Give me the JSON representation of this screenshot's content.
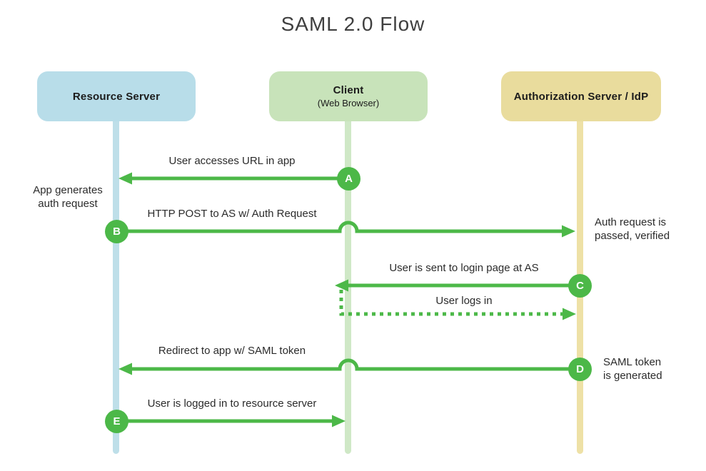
{
  "title": "SAML 2.0 Flow",
  "lanes": {
    "resource_server": {
      "title": "Resource Server"
    },
    "client": {
      "title": "Client",
      "subtitle": "(Web Browser)"
    },
    "authorization_server": {
      "title": "Authorization Server / IdP"
    }
  },
  "steps": {
    "a": {
      "letter": "A",
      "label": "User accesses URL in app"
    },
    "b": {
      "letter": "B",
      "label": "HTTP POST to AS w/ Auth Request"
    },
    "c": {
      "letter": "C",
      "label": "User is sent to login page at AS"
    },
    "login": {
      "label": "User logs in"
    },
    "d": {
      "letter": "D",
      "label": "Redirect to app w/ SAML token"
    },
    "e": {
      "letter": "E",
      "label": "User is logged in to resource server"
    }
  },
  "notes": {
    "app_generates": {
      "line1": "App generates",
      "line2": "auth request"
    },
    "auth_passed": {
      "line1": "Auth request is",
      "line2": "passed, verified"
    },
    "saml_generated": {
      "line1": "SAML token",
      "line2": "is generated"
    }
  },
  "colors": {
    "green": "#4cb848",
    "blue-box": "#b8dde9",
    "blue-line": "#bedfe9",
    "green-box": "#c8e3ba",
    "green-line": "#cfe8c6",
    "yellow-box": "#e9dc9d",
    "yellow-line": "#eee1a6",
    "ink": "#2b2b2b",
    "title-ink": "#3f3f3f",
    "circle-text": "#ffffff"
  }
}
